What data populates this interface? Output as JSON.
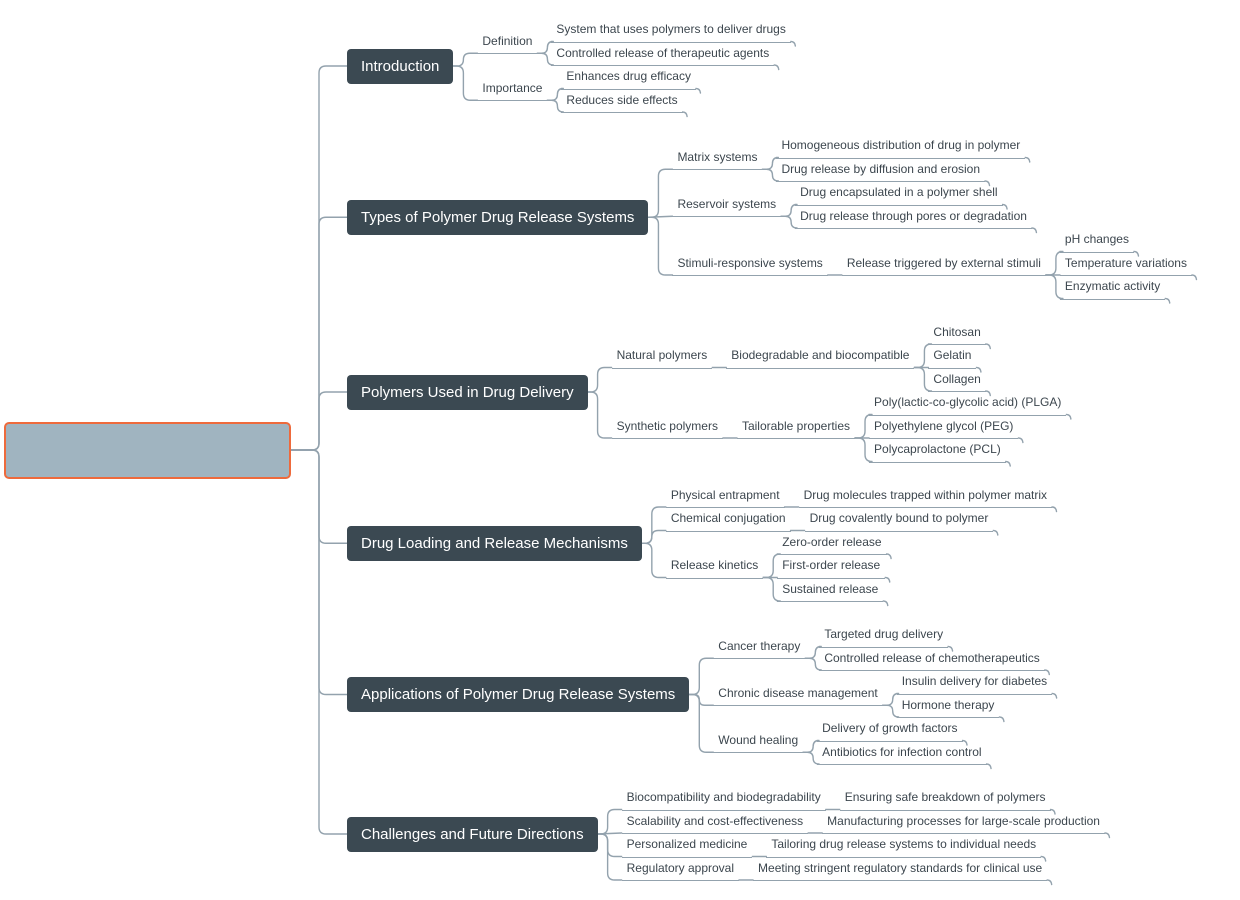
{
  "colors": {
    "background": "#ffffff",
    "root_fill": "#a0b4c0",
    "root_border": "#ee6a3c",
    "branch_fill": "#3b4952",
    "branch_text": "#ffffff",
    "line": "#93a2ad",
    "text": "#3c464e"
  },
  "root": {
    "label": ""
  },
  "branches": [
    {
      "label": "Introduction",
      "children": [
        {
          "label": "Definition",
          "children": [
            {
              "label": "System that uses polymers to deliver drugs"
            },
            {
              "label": "Controlled release of therapeutic agents"
            }
          ]
        },
        {
          "label": "Importance",
          "children": [
            {
              "label": "Enhances drug efficacy"
            },
            {
              "label": "Reduces side effects"
            }
          ]
        }
      ]
    },
    {
      "label": "Types of Polymer Drug Release Systems",
      "children": [
        {
          "label": "Matrix systems",
          "children": [
            {
              "label": "Homogeneous distribution of drug in polymer"
            },
            {
              "label": "Drug release by diffusion and erosion"
            }
          ]
        },
        {
          "label": "Reservoir systems",
          "children": [
            {
              "label": "Drug encapsulated in a polymer shell"
            },
            {
              "label": "Drug release through pores or degradation"
            }
          ]
        },
        {
          "label": "Stimuli-responsive systems",
          "children": [
            {
              "label": "Release triggered by external stimuli",
              "children": [
                {
                  "label": "pH changes"
                },
                {
                  "label": "Temperature variations"
                },
                {
                  "label": "Enzymatic activity"
                }
              ]
            }
          ]
        }
      ]
    },
    {
      "label": "Polymers Used in Drug Delivery",
      "children": [
        {
          "label": "Natural polymers",
          "children": [
            {
              "label": "Biodegradable and biocompatible",
              "children": [
                {
                  "label": "Chitosan"
                },
                {
                  "label": "Gelatin"
                },
                {
                  "label": "Collagen"
                }
              ]
            }
          ]
        },
        {
          "label": "Synthetic polymers",
          "children": [
            {
              "label": "Tailorable properties",
              "children": [
                {
                  "label": "Poly(lactic-co-glycolic acid) (PLGA)"
                },
                {
                  "label": "Polyethylene glycol (PEG)"
                },
                {
                  "label": "Polycaprolactone (PCL)"
                }
              ]
            }
          ]
        }
      ]
    },
    {
      "label": "Drug Loading and Release Mechanisms",
      "children": [
        {
          "label": "Physical entrapment",
          "children": [
            {
              "label": "Drug molecules trapped within polymer matrix"
            }
          ]
        },
        {
          "label": "Chemical conjugation",
          "children": [
            {
              "label": "Drug covalently bound to polymer"
            }
          ]
        },
        {
          "label": "Release kinetics",
          "children": [
            {
              "label": "Zero-order release"
            },
            {
              "label": "First-order release"
            },
            {
              "label": "Sustained release"
            }
          ]
        }
      ]
    },
    {
      "label": "Applications of Polymer Drug Release Systems",
      "children": [
        {
          "label": "Cancer therapy",
          "children": [
            {
              "label": "Targeted drug delivery"
            },
            {
              "label": "Controlled release of chemotherapeutics"
            }
          ]
        },
        {
          "label": "Chronic disease management",
          "children": [
            {
              "label": "Insulin delivery for diabetes"
            },
            {
              "label": "Hormone therapy"
            }
          ]
        },
        {
          "label": "Wound healing",
          "children": [
            {
              "label": "Delivery of growth factors"
            },
            {
              "label": "Antibiotics for infection control"
            }
          ]
        }
      ]
    },
    {
      "label": "Challenges and Future Directions",
      "children": [
        {
          "label": "Biocompatibility and biodegradability",
          "children": [
            {
              "label": "Ensuring safe breakdown of polymers"
            }
          ]
        },
        {
          "label": "Scalability and cost-effectiveness",
          "children": [
            {
              "label": "Manufacturing processes for large-scale production"
            }
          ]
        },
        {
          "label": "Personalized medicine",
          "children": [
            {
              "label": "Tailoring drug release systems to individual needs"
            }
          ]
        },
        {
          "label": "Regulatory approval",
          "children": [
            {
              "label": "Meeting stringent regulatory standards for clinical use"
            }
          ]
        }
      ]
    }
  ]
}
